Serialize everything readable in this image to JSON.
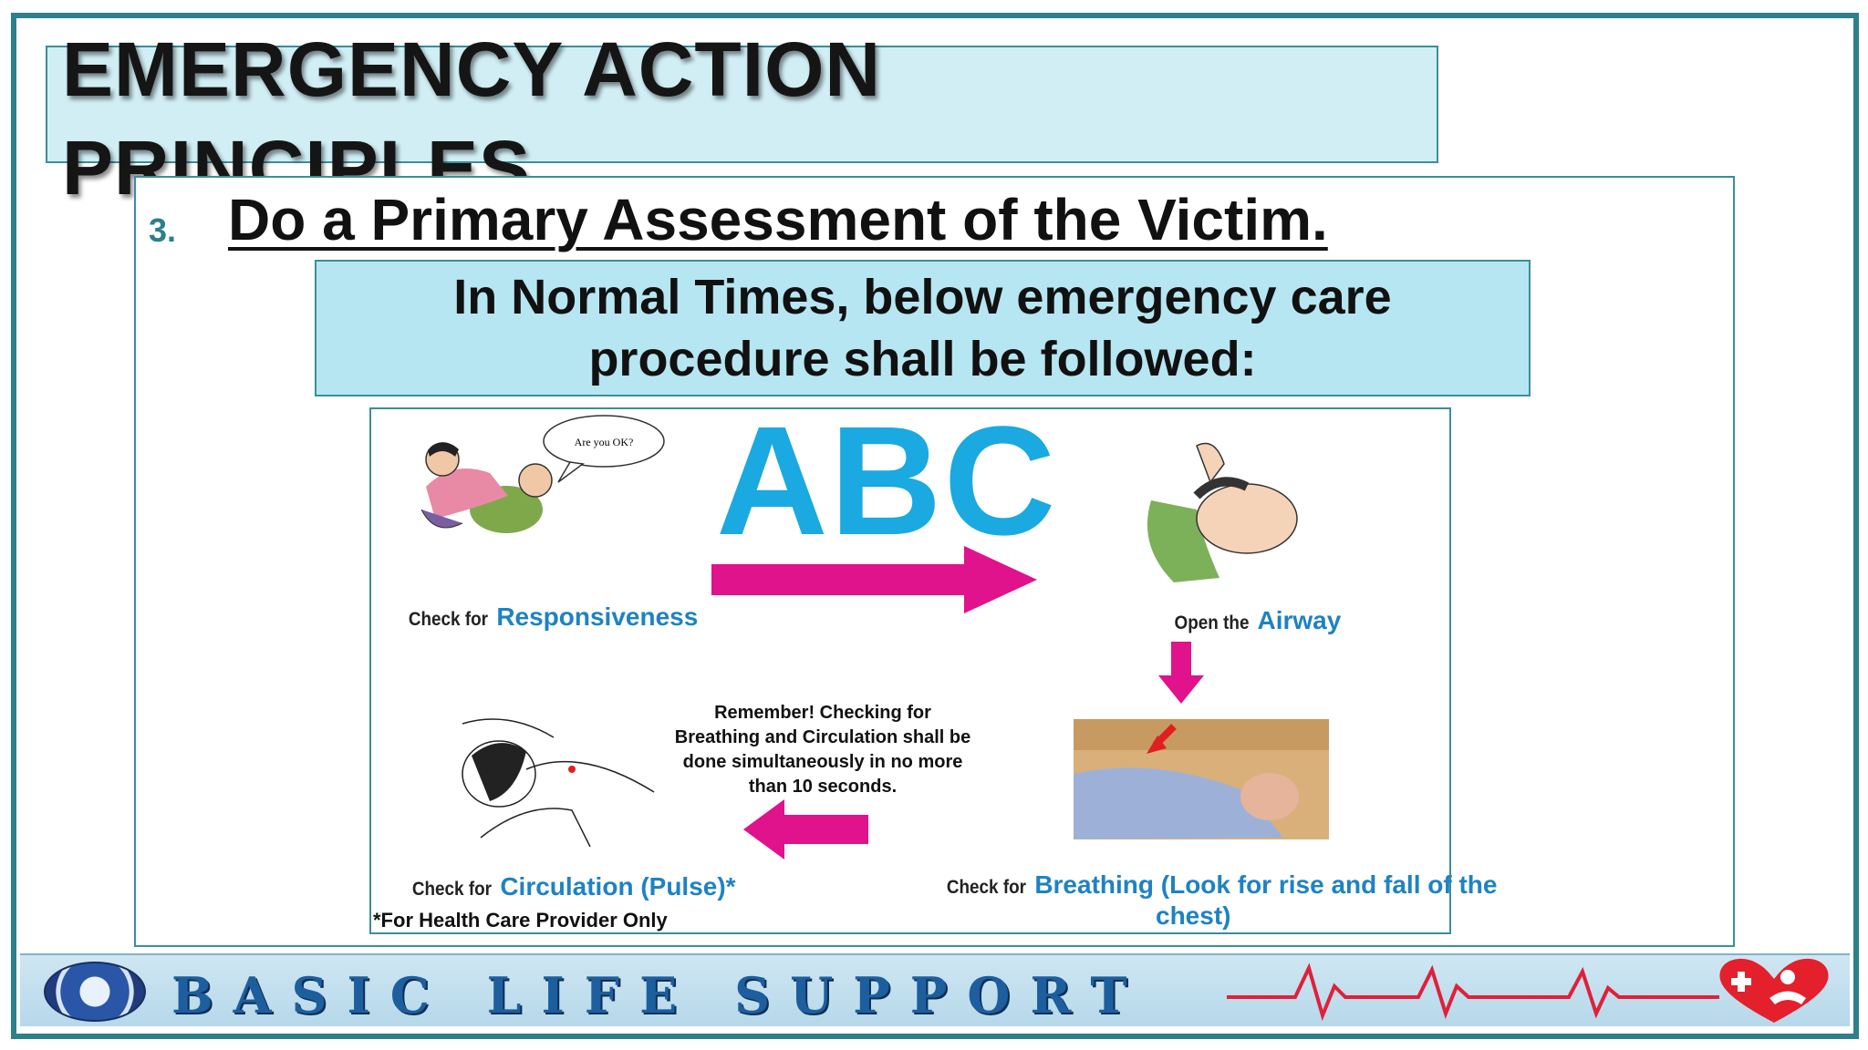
{
  "slide": {
    "title": "EMERGENCY ACTION PRINCIPLES",
    "item_number": "3.",
    "step_heading": "Do a Primary Assessment of the Victim.",
    "note": "In Normal Times, below emergency care procedure shall be followed:"
  },
  "diagram": {
    "abc": "ABC",
    "speech_bubble": "Are you OK?",
    "responsiveness_prefix": "Check for",
    "responsiveness_key": "Responsiveness",
    "airway_prefix": "Open the",
    "airway_key": "Airway",
    "breathing_prefix": "Check for",
    "breathing_key": "Breathing (Look for rise and fall of the",
    "breathing_key_2": "chest)",
    "circulation_prefix": "Check for",
    "circulation_key": "Circulation (Pulse)*",
    "reminder": "Remember! Checking for Breathing and Circulation shall be done simultaneously in no more than 10 seconds.",
    "provider_note": "*For Health Care Provider Only",
    "arrow_color": "#e0128c",
    "key_color": "#1e82c4"
  },
  "footer": {
    "title": "BASIC LIFE SUPPORT",
    "seal_icon": "org-seal-icon",
    "heart_icon": "heart-cpr-icon",
    "ecg_icon": "ecg-line-icon"
  }
}
